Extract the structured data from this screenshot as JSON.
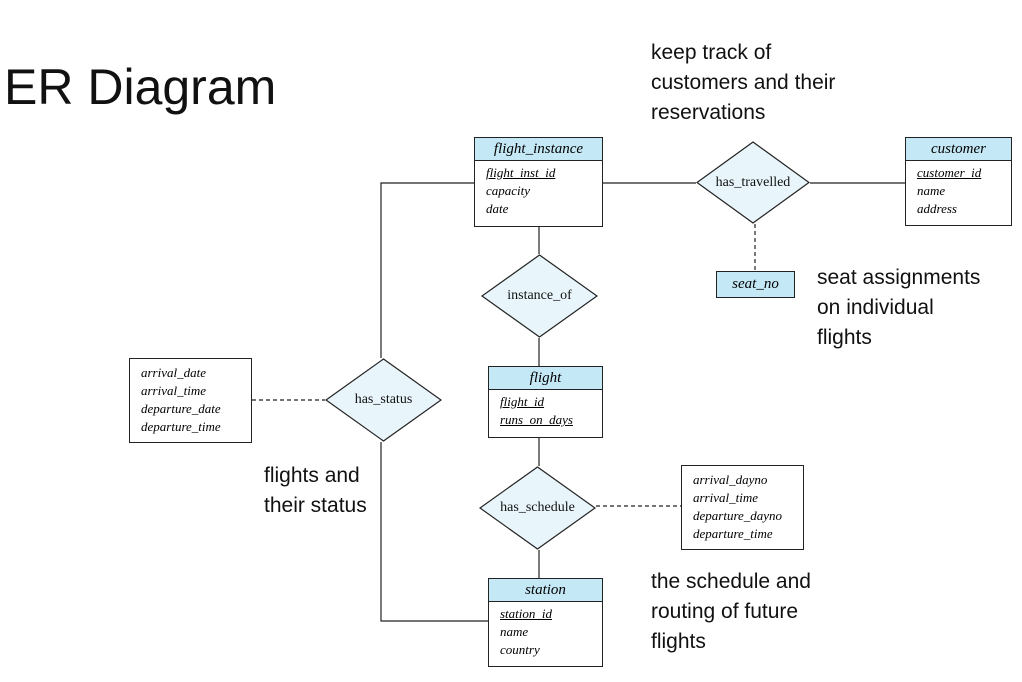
{
  "title": "ER Diagram",
  "notes": {
    "customers": [
      "keep track of",
      "customers and their",
      "reservations"
    ],
    "seats": [
      "seat assignments",
      "on individual",
      "flights"
    ],
    "status": [
      "flights and",
      "their status"
    ],
    "schedule": [
      "the schedule and",
      "routing of future",
      "flights"
    ]
  },
  "entities": {
    "flight_instance": {
      "name": "flight_instance",
      "attrs": [
        "flight_inst_id",
        "capacity",
        "date"
      ]
    },
    "customer": {
      "name": "customer",
      "attrs": [
        "customer_id",
        "name",
        "address"
      ]
    },
    "flight": {
      "name": "flight",
      "attrs": [
        "flight_id",
        "runs_on_days"
      ]
    },
    "station": {
      "name": "station",
      "attrs": [
        "station_id",
        "name",
        "country"
      ]
    }
  },
  "relationships": {
    "has_travelled": "has_travelled",
    "instance_of": "instance_of",
    "has_status": "has_status",
    "has_schedule": "has_schedule"
  },
  "relationship_attributes": {
    "has_travelled": "seat_no",
    "has_status": [
      "arrival_date",
      "arrival_time",
      "departure_date",
      "departure_time"
    ],
    "has_schedule": [
      "arrival_dayno",
      "arrival_time",
      "departure_dayno",
      "departure_time"
    ]
  },
  "colors": {
    "entity_header": "#c5e8f6",
    "relationship_fill": "#e8f5fb",
    "line": "#222222"
  }
}
